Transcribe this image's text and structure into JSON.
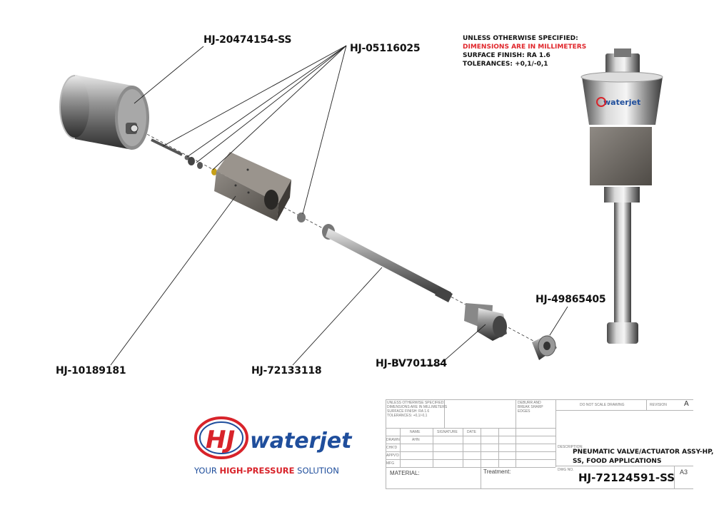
{
  "callouts": {
    "c1": "HJ-20474154-SS",
    "c2": "HJ-05116025",
    "c3": "HJ-10189181",
    "c4": "HJ-72133118",
    "c5": "HJ-BV701184",
    "c6": "HJ-49865405"
  },
  "notes": {
    "line1": "UNLESS OTHERWISE SPECIFIED:",
    "line2": "DIMENSIONS ARE IN MILLIMETERS",
    "line3": "SURFACE FINISH: RA 1.6",
    "line4": "TOLERANCES: +0,1/-0,1"
  },
  "logo": {
    "mark": "HJ",
    "name": "waterjet",
    "tagline_pre": "YOUR ",
    "tagline_bold": "HIGH-PRESSURE",
    "tagline_post": " SOLUTION",
    "colors": {
      "red": "#d8232a",
      "blue": "#1f4e9c"
    }
  },
  "title_block": {
    "spec": [
      "UNLESS OTHERWISE SPECIFIED:",
      "DIMENSIONS ARE IN MILLIMETERS",
      "SURFACE FINISH: RA 1.6",
      "TOLERANCES: +0,1/-0,1"
    ],
    "deburr": [
      "DEBURR AND",
      "BREAK SHARP",
      "EDGES"
    ],
    "do_not_scale": "DO NOT SCALE DRAWING",
    "revision_label": "REVISION",
    "revision": "A",
    "headers": {
      "name": "NAME",
      "signature": "SIGNATURE",
      "date": "DATE"
    },
    "rows": [
      "DRAWN",
      "CHK'D",
      "APPV'D",
      "MFG"
    ],
    "drawn_name": "AHN",
    "material_label": "MATERIAL:",
    "treatment_label": "Treatment:",
    "description_label": "DESCRIPTION:",
    "description_1": "PNEUMATIC VALVE/ACTUATOR ASSY-HP,",
    "description_2": "SS, FOOD APPLICATIONS",
    "dwg_label": "DWG NO.",
    "dwg_no": "HJ-72124591-SS",
    "sheet_size": "A3"
  }
}
